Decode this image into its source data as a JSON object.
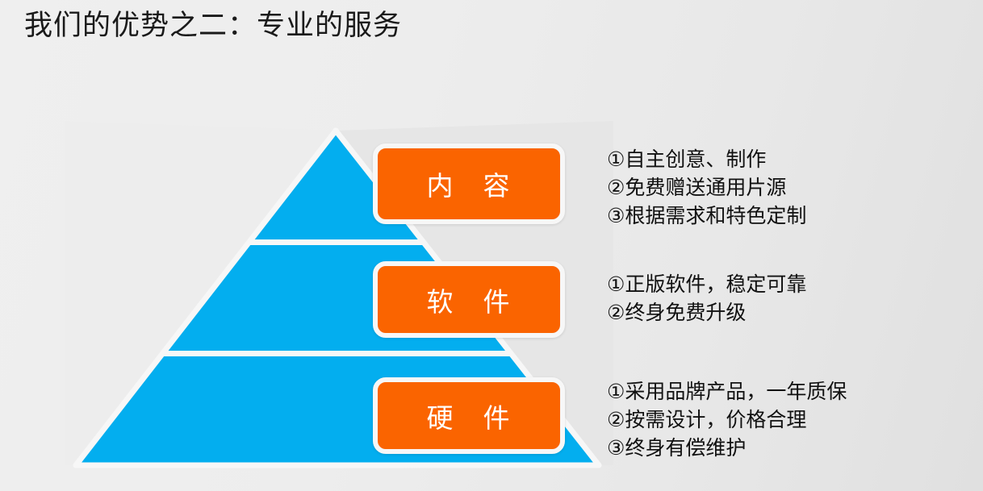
{
  "slide": {
    "title": "我们的优势之二：专业的服务",
    "background_gradient_from": "#efefef",
    "background_gradient_to": "#e0e0e0"
  },
  "colors": {
    "pyramid_blue": "#03aeef",
    "box_orange": "#fa6400",
    "box_border_white": "#f7f7f7",
    "title_text": "#1a1a1a",
    "body_text": "#111111"
  },
  "pyramid": {
    "tier_count": 3,
    "tiers": [
      {
        "id": "content",
        "label": "内　容"
      },
      {
        "id": "software",
        "label": "软　件"
      },
      {
        "id": "hardware",
        "label": "硬　件"
      }
    ]
  },
  "descriptions": {
    "content": [
      "①自主创意、制作",
      "②免费赠送通用片源",
      "③根据需求和特色定制"
    ],
    "software": [
      "①正版软件，稳定可靠",
      "②终身免费升级"
    ],
    "hardware": [
      "①采用品牌产品，一年质保",
      "②按需设计，价格合理",
      "③终身有偿维护"
    ]
  }
}
